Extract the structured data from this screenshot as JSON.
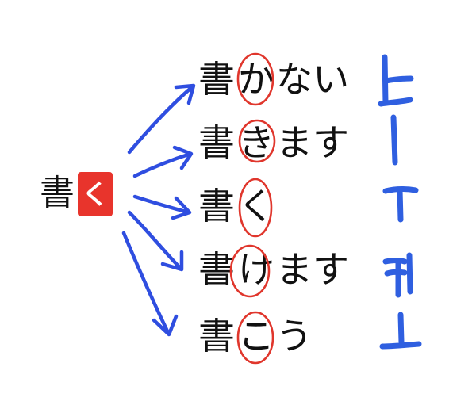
{
  "source": {
    "stem": "書",
    "ending": "く"
  },
  "forms": [
    {
      "stem": "書",
      "ending": "か",
      "rest": "ない",
      "marker": "ㅏ"
    },
    {
      "stem": "書",
      "ending": "き",
      "rest": "ます",
      "marker": "ㅣ"
    },
    {
      "stem": "書",
      "ending": "く",
      "rest": "",
      "marker": "ㅜ"
    },
    {
      "stem": "書",
      "ending": "け",
      "rest": "ます",
      "marker": "ㅖ"
    },
    {
      "stem": "書",
      "ending": "こ",
      "rest": "う",
      "marker": "ㅗ"
    }
  ],
  "colors": {
    "badge": "#e8342c",
    "arrow": "#2f4ee0",
    "circle": "#e0362c",
    "marker": "#2f5fe0"
  }
}
